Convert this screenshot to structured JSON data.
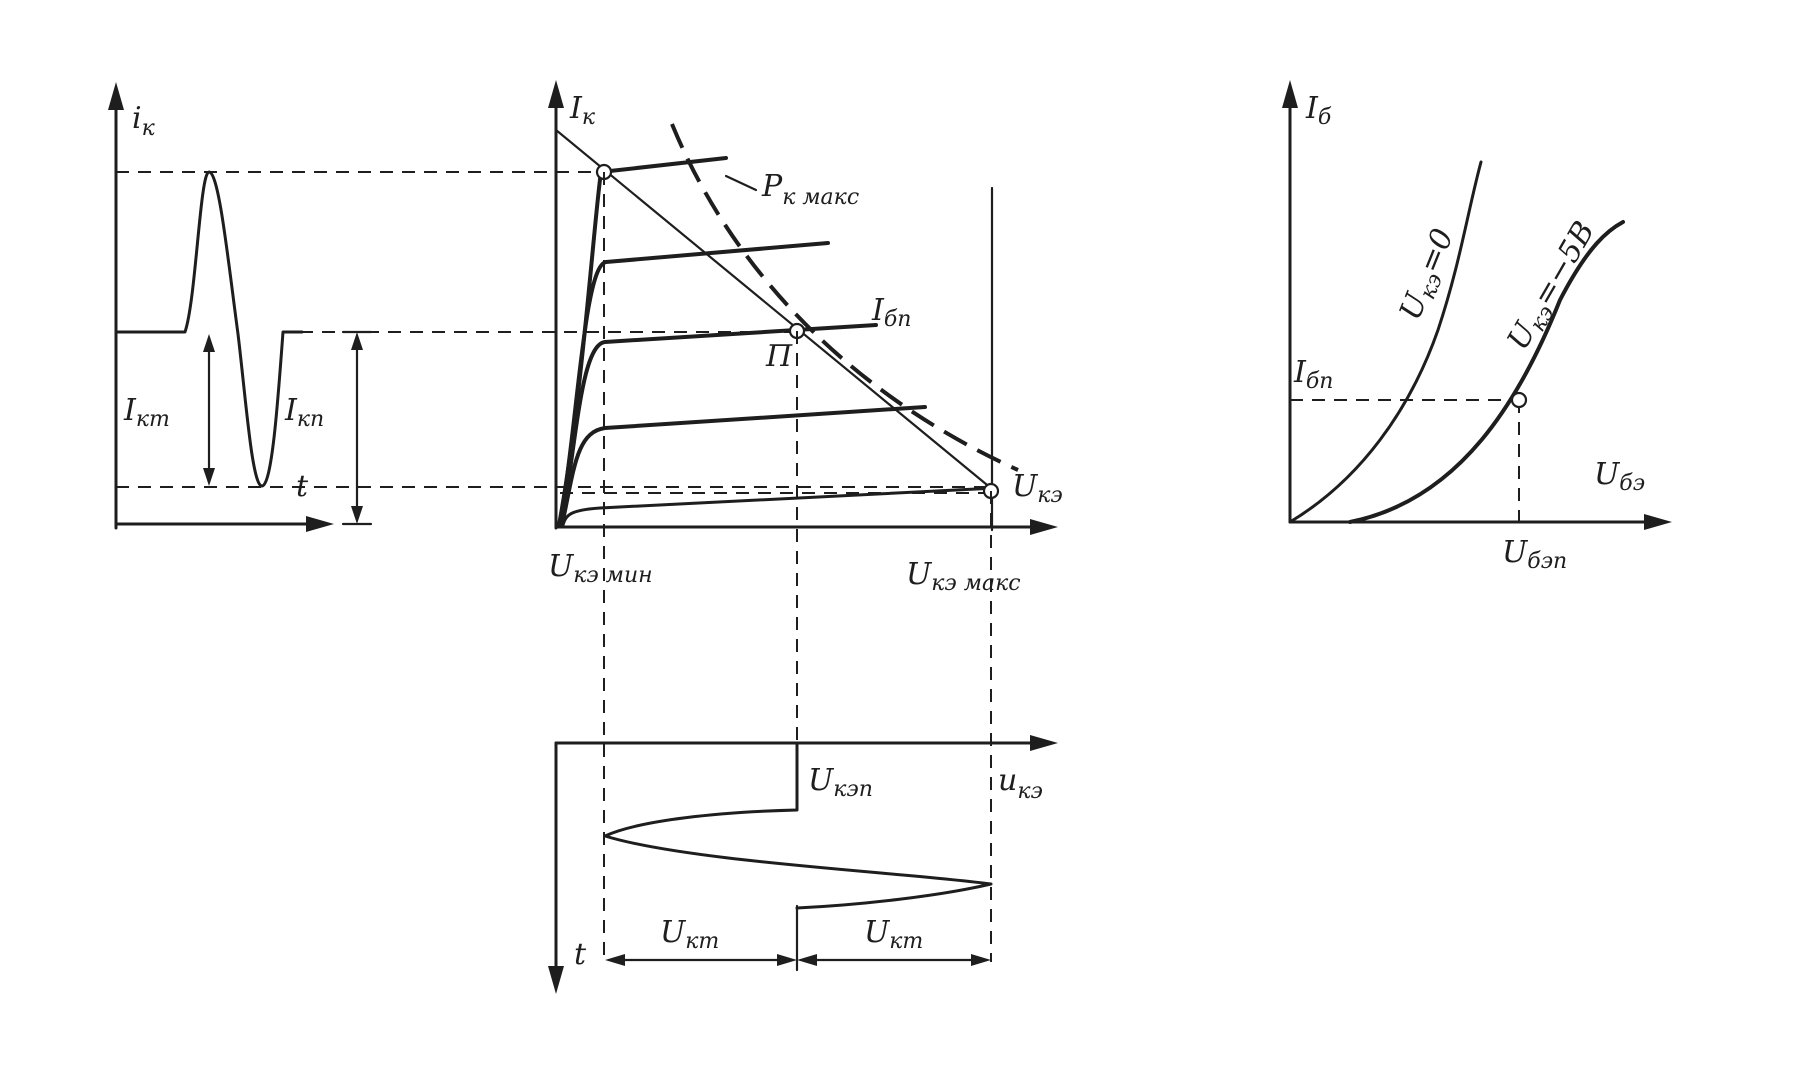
{
  "labels": {
    "ik_axis": {
      "main": "i",
      "sub": "к"
    },
    "ikm": {
      "main": "I",
      "sub": "кm"
    },
    "ikp": {
      "main": "I",
      "sub": "кп"
    },
    "t_left": "t",
    "Ik_axis": {
      "main": "I",
      "sub": "к"
    },
    "pk_max": {
      "main": "P",
      "sub": "к макс"
    },
    "ibp": {
      "main": "I",
      "sub": "бп"
    },
    "point_p": "П",
    "uke_axis": {
      "main": "U",
      "sub": "кэ"
    },
    "uke_min": {
      "main": "U",
      "sub": "кэ мин"
    },
    "uke_max": {
      "main": "U",
      "sub": "кэ макс"
    },
    "ukep": {
      "main": "U",
      "sub": "кэп"
    },
    "uke_lower_axis": {
      "main": "u",
      "sub": "кэ"
    },
    "t_lower": "t",
    "ukm_left": {
      "main": "U",
      "sub": "кm"
    },
    "ukm_right": {
      "main": "U",
      "sub": "кm"
    },
    "ib_axis": {
      "main": "I",
      "sub": "б"
    },
    "ibp_right": {
      "main": "I",
      "sub": "бп"
    },
    "ube_axis": {
      "main": "U",
      "sub": "бэ"
    },
    "ubep": {
      "main": "U",
      "sub": "бэп"
    },
    "curve_uke0": {
      "main": "U",
      "sub": "кэ",
      "tail": "=0"
    },
    "curve_uke5": {
      "main": "U",
      "sub": "кэ",
      "tail": "=−5В"
    }
  },
  "colors": {
    "ink": "#1e1e1e",
    "paper": "#ffffff"
  }
}
